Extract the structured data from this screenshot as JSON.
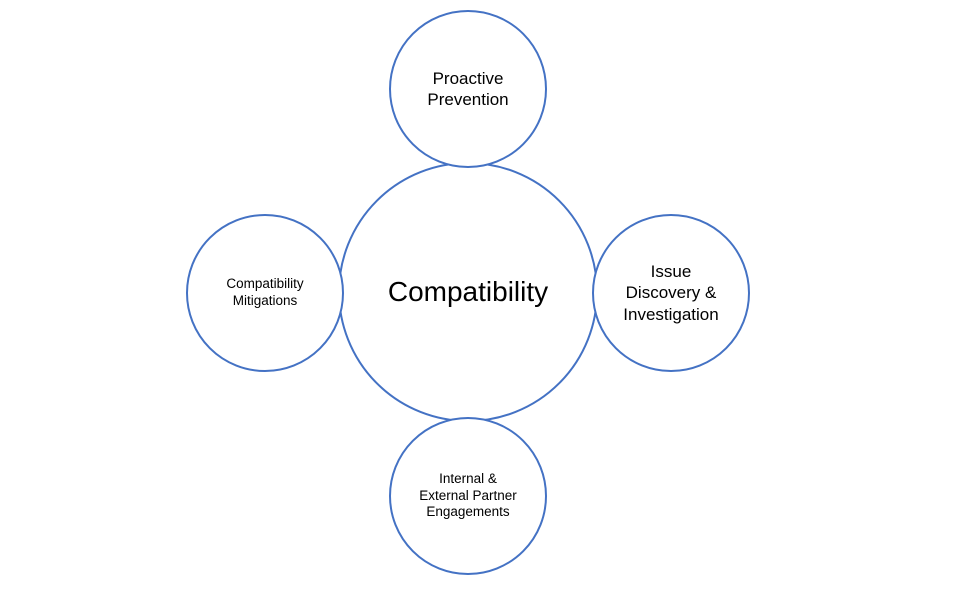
{
  "diagram": {
    "center": {
      "label": "Compatibility"
    },
    "nodes": {
      "top": {
        "label": "Proactive\nPrevention"
      },
      "right": {
        "label": "Issue\nDiscovery &\nInvestigation"
      },
      "bottom": {
        "label": "Internal &\nExternal Partner\nEngagements"
      },
      "left": {
        "label": "Compatibility\nMitigations"
      }
    },
    "colors": {
      "stroke": "#4472c4",
      "fill": "#ffffff",
      "text": "#000000"
    }
  }
}
